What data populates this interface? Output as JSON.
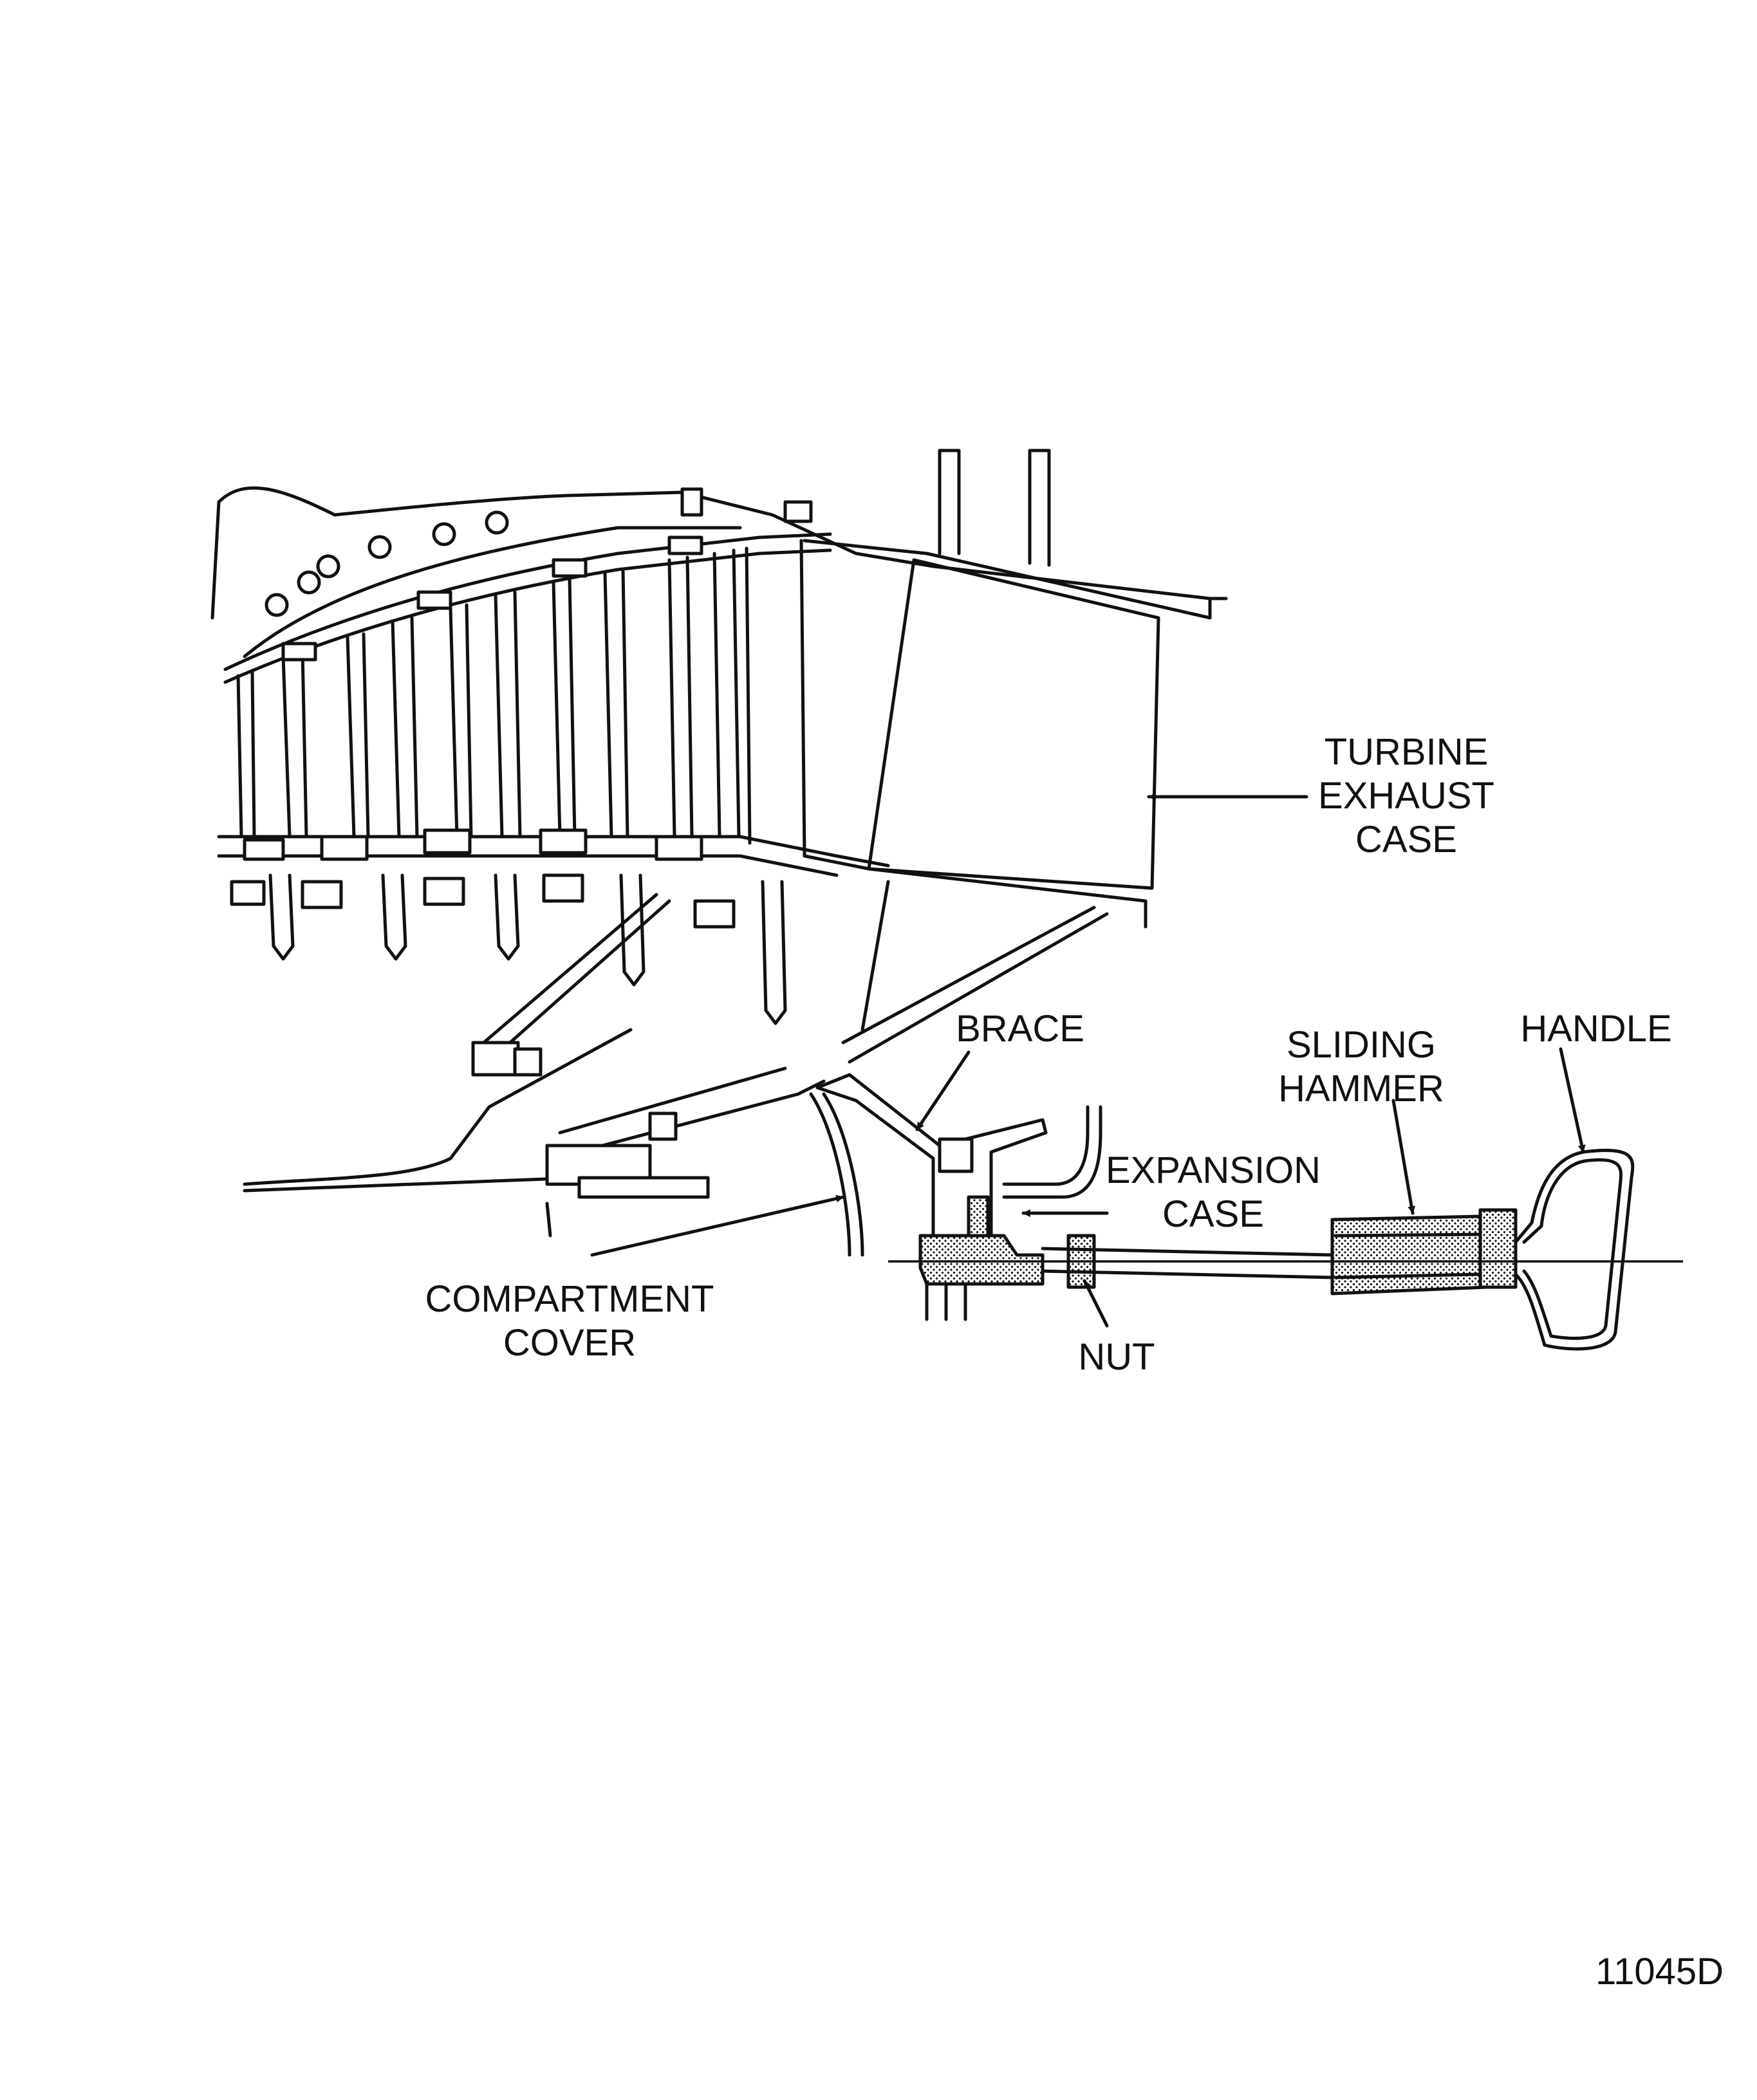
{
  "labels": {
    "turbine_exhaust_case": [
      "TURBINE",
      "EXHAUST",
      "CASE"
    ],
    "brace": "BRACE",
    "sliding_hammer": [
      "SLIDING",
      "HAMMER"
    ],
    "handle": "HANDLE",
    "expansion_case": [
      "EXPANSION",
      "CASE"
    ],
    "compartment_cover": [
      "COMPARTMENT",
      "COVER"
    ],
    "nut": "NUT"
  },
  "figure_number": "11045D"
}
